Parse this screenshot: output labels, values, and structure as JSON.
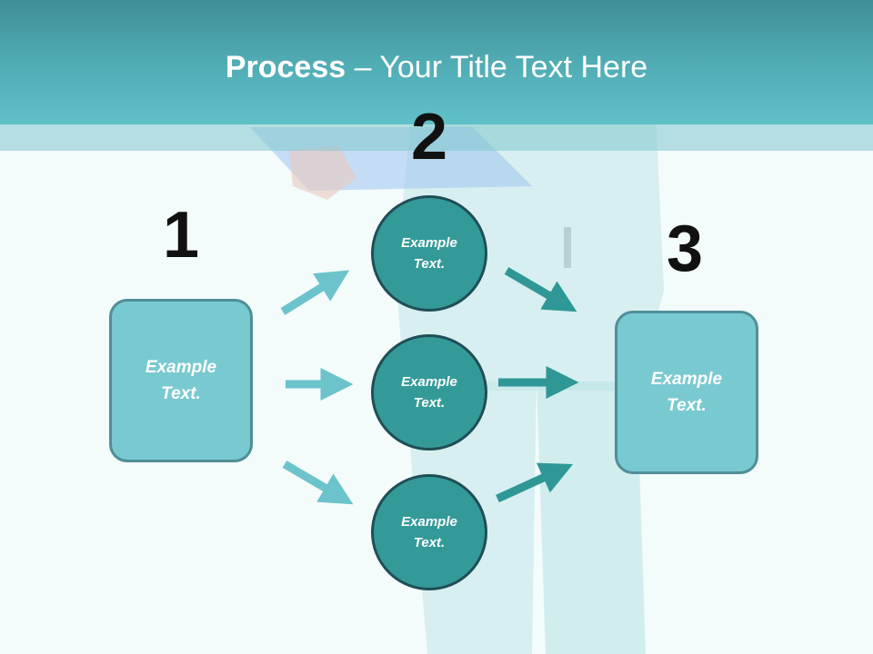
{
  "title": {
    "bold": "Process",
    "rest": " – Your Title Text Here"
  },
  "steps": {
    "one": "1",
    "two": "2",
    "three": "3"
  },
  "box_left": {
    "text": "Example\nText."
  },
  "box_right": {
    "text": "Example\nText."
  },
  "circles": [
    {
      "text": "Example\nText."
    },
    {
      "text": "Example\nText."
    },
    {
      "text": "Example\nText."
    }
  ],
  "colors": {
    "header": "#52aeb6",
    "box_fill": "#79c9d0",
    "box_border": "#4f8f98",
    "circle_fill": "#339a98",
    "circle_border": "#1f4e56",
    "arrow_light": "#6cc3cb",
    "arrow_dark": "#2f9896"
  }
}
